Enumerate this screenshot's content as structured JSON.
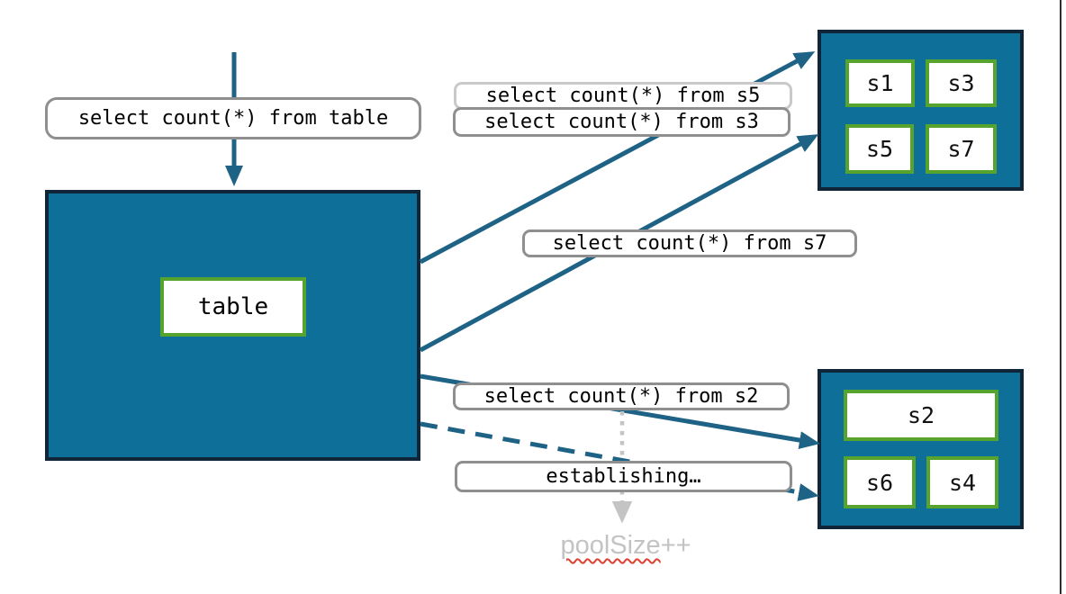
{
  "colors": {
    "teal_fill": "#0e7098",
    "dark_border": "#102537",
    "green_border": "#56a32d",
    "arrow_teal": "#1e6285",
    "label_border": "#8f8f8f",
    "label_border_light": "#c9c9c9",
    "muted_grey": "#c4c4c4",
    "pool_text": "#c3c3c3",
    "squiggle_red": "#e0402f",
    "edge_line": "#2f2f2f",
    "query_text": "#000000",
    "shard_text": "#111111"
  },
  "main_table": {
    "label": "table"
  },
  "queries": {
    "table": "select count(*) from table",
    "s5": "select count(*) from s5",
    "s3": "select count(*) from s3",
    "s7": "select count(*) from s7",
    "s2": "select count(*) from s2",
    "establishing": "establishing…"
  },
  "shard_group_top": {
    "shards": [
      "s1",
      "s3",
      "s5",
      "s7"
    ]
  },
  "shard_group_bottom": {
    "wide_shard": "s2",
    "shards": [
      "s6",
      "s4"
    ]
  },
  "pool_note": {
    "word": "poolSize",
    "suffix": "++"
  }
}
